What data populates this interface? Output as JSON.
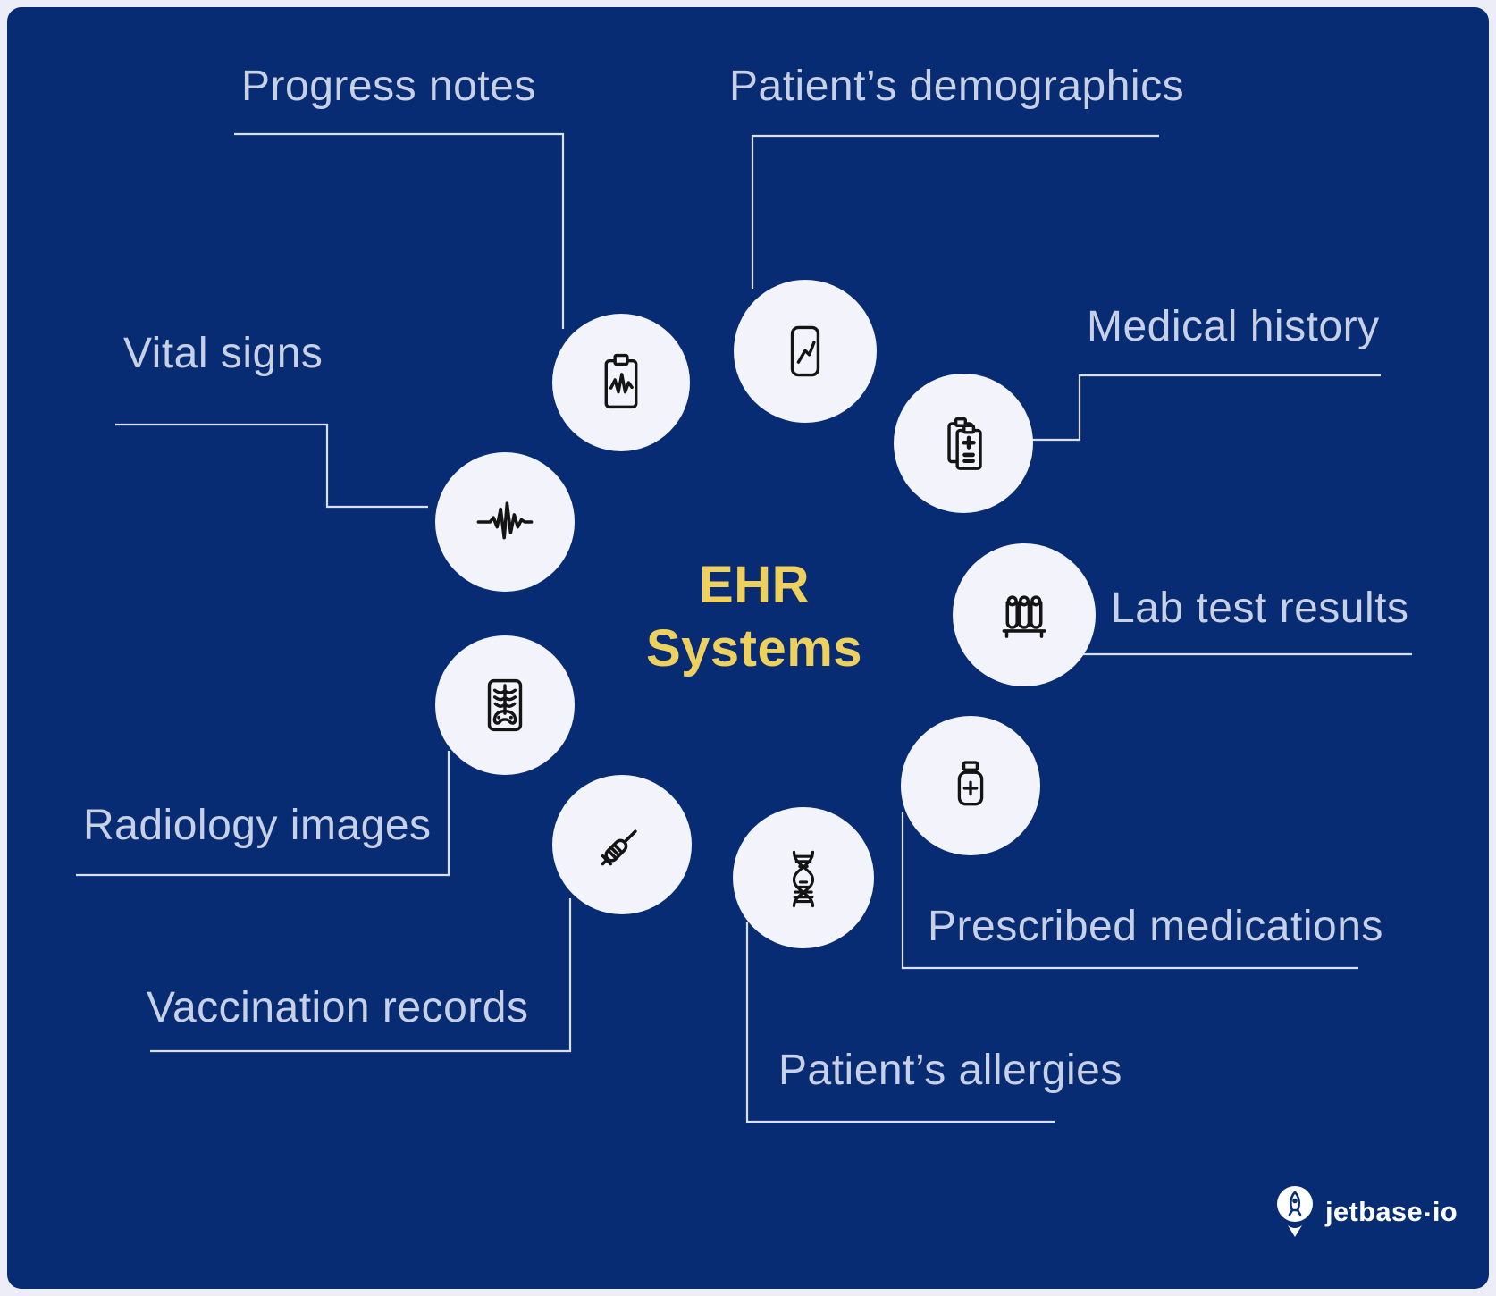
{
  "title": {
    "line1": "EHR",
    "line2": "Systems"
  },
  "nodes": [
    {
      "id": "progress-notes",
      "label": "Progress notes",
      "icon": "clipboard-waveform-icon"
    },
    {
      "id": "patient-demographics",
      "label": "Patient’s demographics",
      "icon": "tablet-chart-icon"
    },
    {
      "id": "medical-history",
      "label": "Medical history",
      "icon": "medical-records-icon"
    },
    {
      "id": "lab-test-results",
      "label": "Lab test results",
      "icon": "test-tubes-icon"
    },
    {
      "id": "prescribed-medications",
      "label": "Prescribed medications",
      "icon": "pill-bottle-icon"
    },
    {
      "id": "patient-allergies",
      "label": "Patient’s allergies",
      "icon": "dna-icon"
    },
    {
      "id": "vaccination-records",
      "label": "Vaccination records",
      "icon": "syringe-icon"
    },
    {
      "id": "radiology-images",
      "label": "Radiology images",
      "icon": "xray-icon"
    },
    {
      "id": "vital-signs",
      "label": "Vital signs",
      "icon": "pulse-waveform-icon"
    }
  ],
  "logo": {
    "brand_left": "jetbase",
    "brand_dot": ".",
    "brand_right": "io",
    "icon": "rocket-icon"
  },
  "colors": {
    "bg_outer": "#ecedf6",
    "bg_navy": "#072c74",
    "circle_fill": "#f3f3fb",
    "label_color": "#c7d0e4",
    "line_color": "#edf0fa",
    "accent_yellow": "#eed05f",
    "icon_color": "#141414",
    "logo_white": "#ffffff"
  }
}
